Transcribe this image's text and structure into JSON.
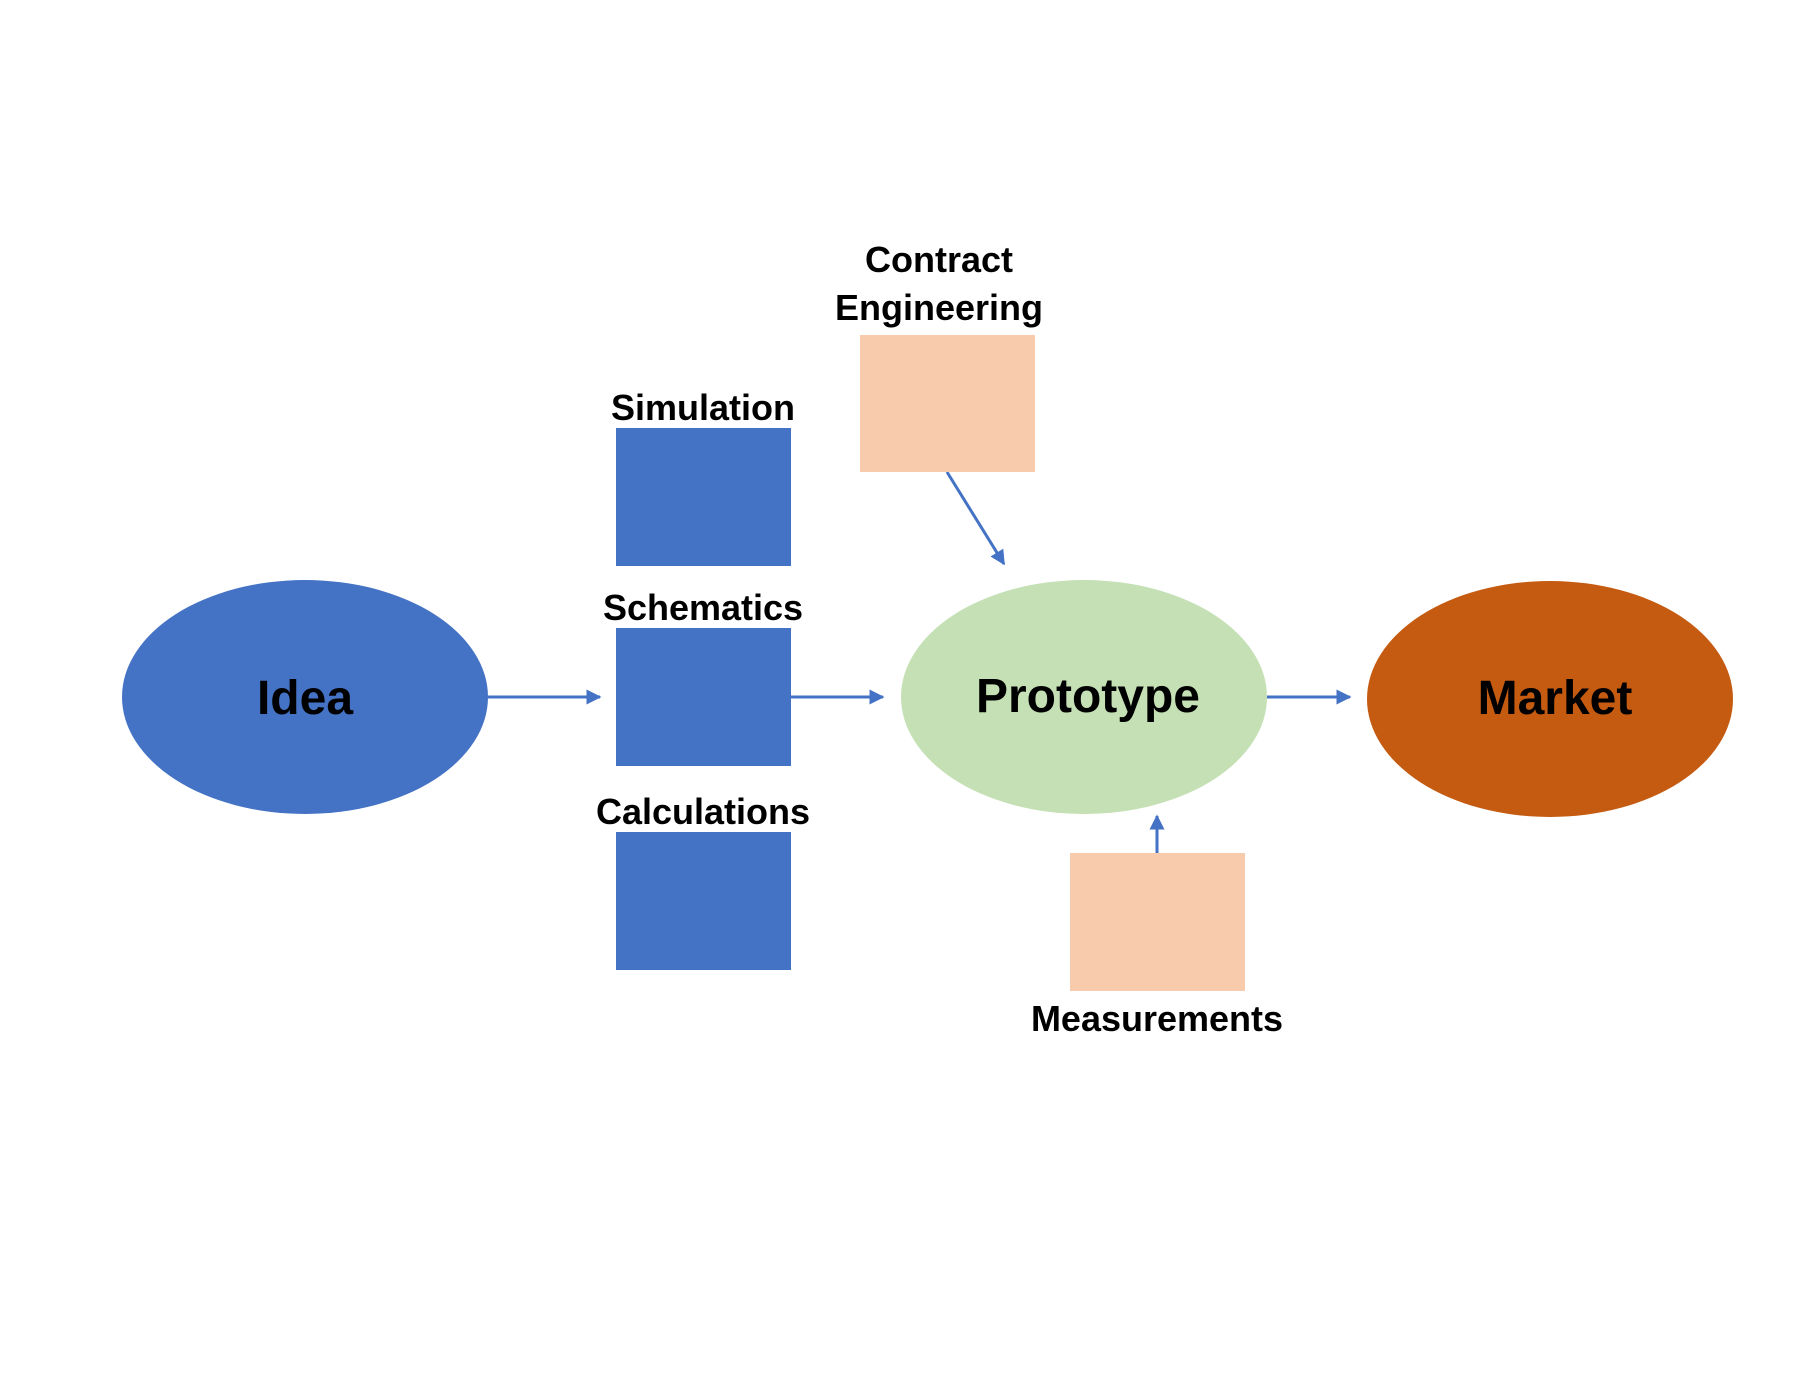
{
  "diagram": {
    "nodes": {
      "idea": {
        "label": "Idea",
        "shape": "ellipse",
        "color": "#4472C4"
      },
      "prototype": {
        "label": "Prototype",
        "shape": "ellipse",
        "color": "#C5E0B4"
      },
      "market": {
        "label": "Market",
        "shape": "ellipse",
        "color": "#C55A11"
      },
      "simulation": {
        "label": "Simulation",
        "shape": "rectangle",
        "color": "#4472C4"
      },
      "schematics": {
        "label": "Schematics",
        "shape": "rectangle",
        "color": "#4472C4"
      },
      "calculations": {
        "label": "Calculations",
        "shape": "rectangle",
        "color": "#4472C4"
      },
      "contract_engineering": {
        "label_lines": [
          "Contract",
          "Engineering"
        ],
        "shape": "rectangle",
        "color": "#F8CBAD"
      },
      "measurements": {
        "label": "Measurements",
        "shape": "rectangle",
        "color": "#F8CBAD"
      }
    },
    "edges": [
      {
        "from": "idea",
        "to": "schematics"
      },
      {
        "from": "schematics",
        "to": "prototype"
      },
      {
        "from": "prototype",
        "to": "market"
      },
      {
        "from": "contract_engineering",
        "to": "prototype"
      },
      {
        "from": "measurements",
        "to": "prototype"
      }
    ],
    "arrow_color": "#4472C4"
  }
}
